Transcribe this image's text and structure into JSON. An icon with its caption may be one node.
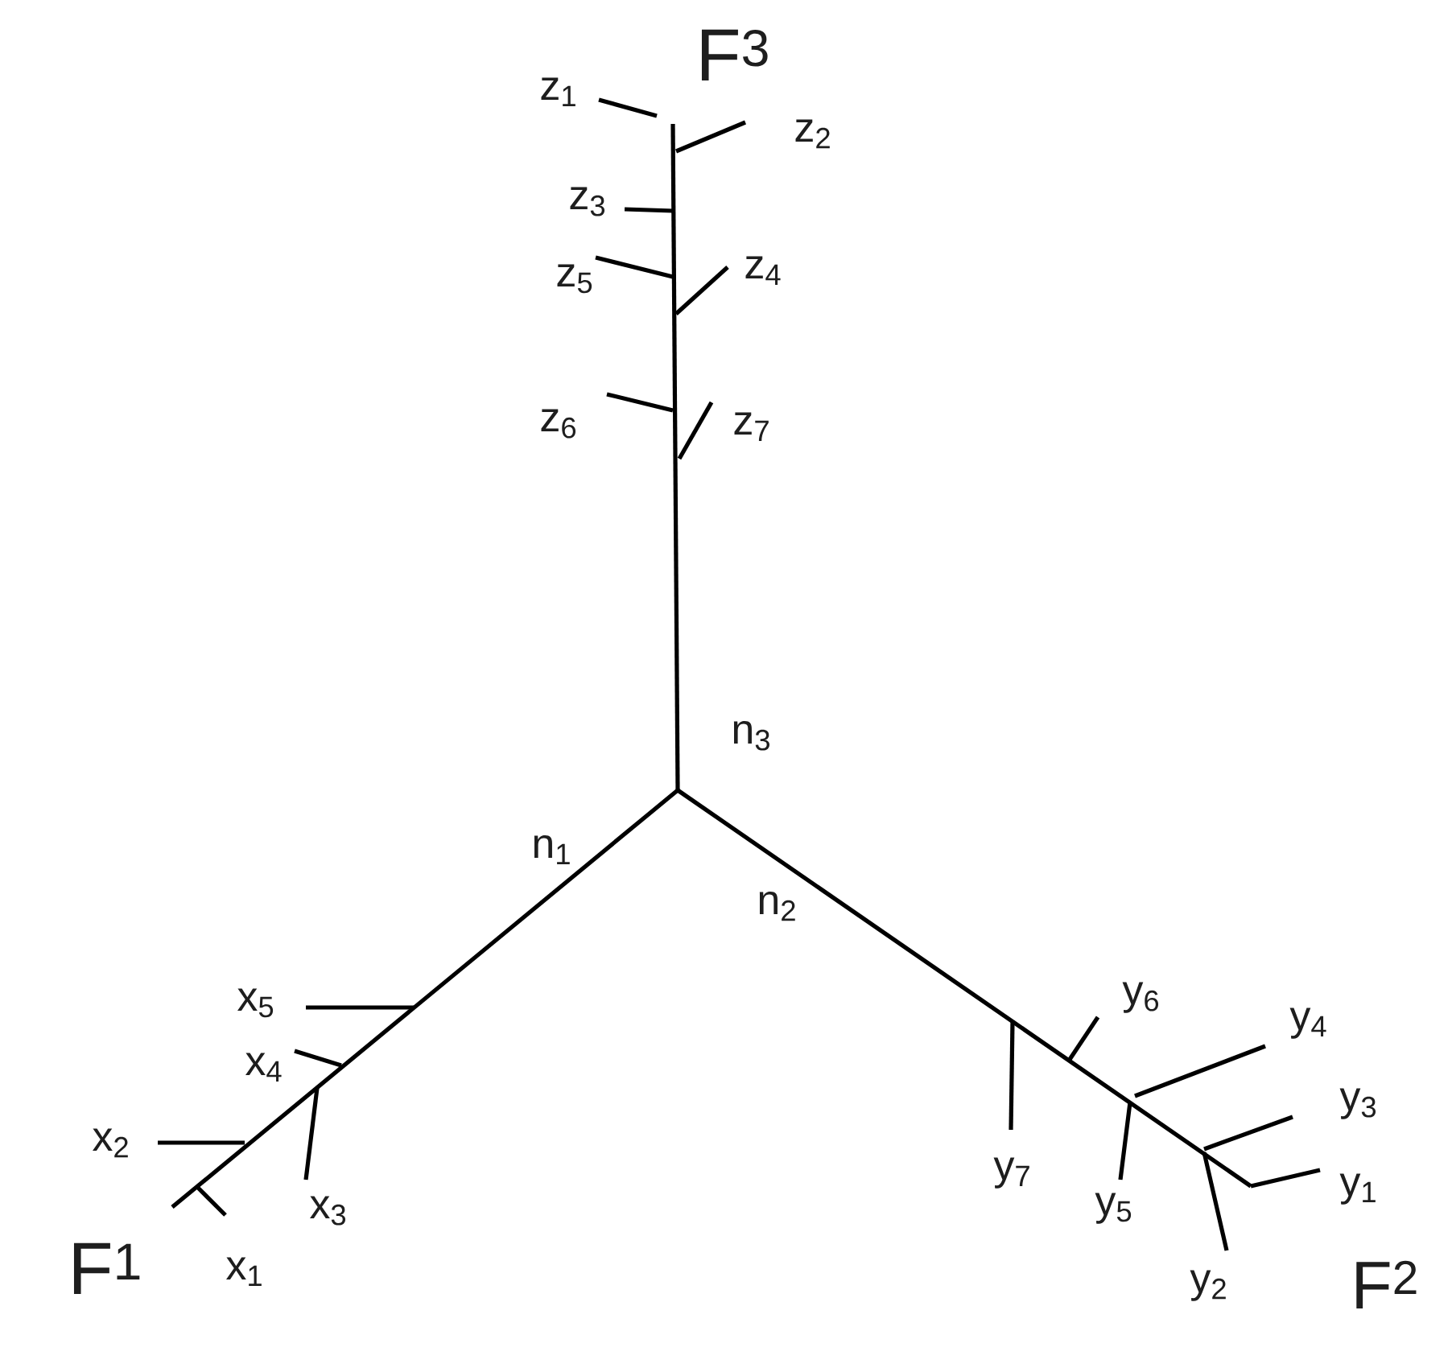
{
  "diagram": {
    "labels": [
      "F$^{3}$",
      "z$_{1}$",
      "z$_{2}$",
      "z$_{3}$",
      "z$_{5}$",
      "z$_{4}$",
      "z$_{6}$",
      "z$_{7}$",
      "n$_{3}$",
      "n$_{1}$",
      "n$_{2}$",
      "x$_{5}$",
      "x$_{4}$",
      "x$_{2}$",
      "x$_{3}$",
      "F$^{1}$",
      "x$_{1}$",
      "y$_{6}$",
      "y$_{4}$",
      "y$_{3}$",
      "y$_{7}$",
      "y$_{1}$",
      "y$_{5}$",
      "y$_{2}$",
      "F$^{2}$"
    ]
  }
}
